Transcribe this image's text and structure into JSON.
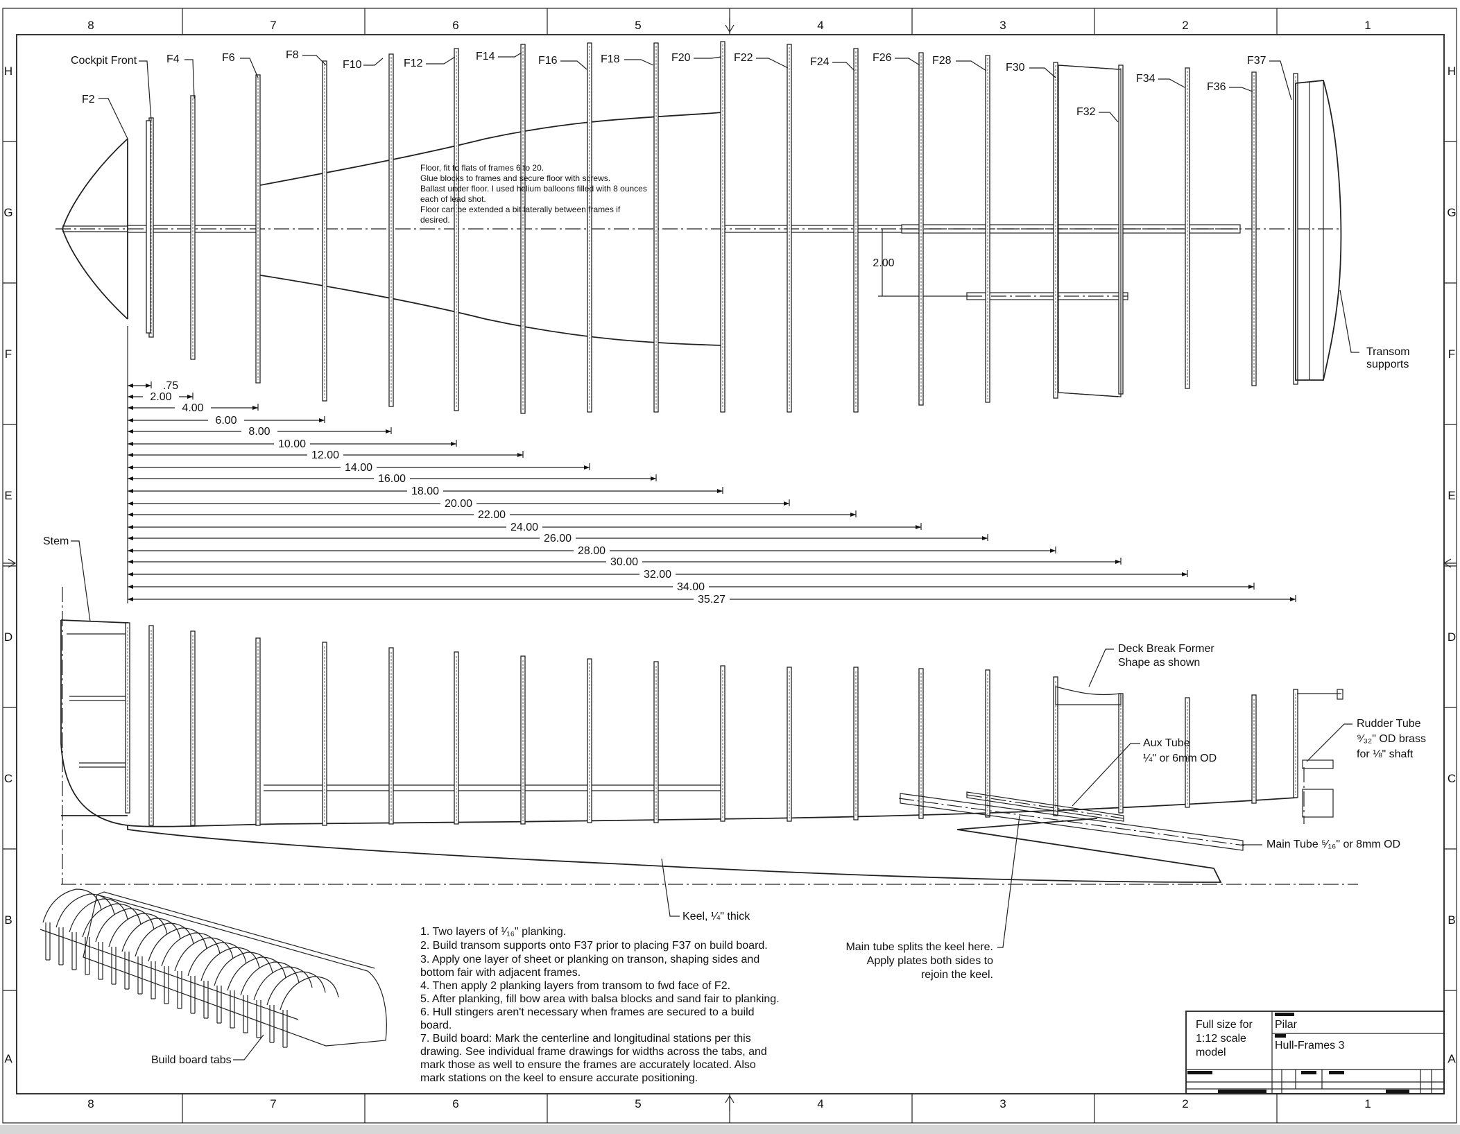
{
  "border": {
    "columns": [
      "8",
      "7",
      "6",
      "5",
      "4",
      "3",
      "2",
      "1"
    ],
    "rows": [
      "H",
      "G",
      "F",
      "E",
      "D",
      "C",
      "B",
      "A"
    ]
  },
  "plan_view": {
    "frame_labels": [
      "Cockpit Front",
      "F2",
      "F4",
      "F6",
      "F8",
      "F10",
      "F12",
      "F14",
      "F16",
      "F18",
      "F20",
      "F22",
      "F24",
      "F26",
      "F28",
      "F30",
      "F32",
      "F34",
      "F36",
      "F37"
    ],
    "floor_note": [
      "Floor, fit to flats of frames 6 to 20.",
      "Glue blocks to frames and secure floor with screws.",
      "Ballast under floor. I used helium balloons filled with 8 ounces",
      "each of lead shot.",
      "Floor can be extended a bit laterally between frames if",
      "desired."
    ],
    "offset_dim": "2.00",
    "transom_label": [
      "Transom",
      "supports"
    ],
    "station_dims": [
      ".75",
      "2.00",
      "4.00",
      "6.00",
      "8.00",
      "10.00",
      "12.00",
      "14.00",
      "16.00",
      "18.00",
      "20.00",
      "22.00",
      "24.00",
      "26.00",
      "28.00",
      "30.00",
      "32.00",
      "34.00",
      "35.27"
    ]
  },
  "profile_view": {
    "stem_label": "Stem",
    "deck_break": [
      "Deck Break Former",
      "Shape as shown"
    ],
    "aux_tube": [
      "Aux Tube",
      "¼\" or 6mm OD"
    ],
    "rudder_tube": [
      "Rudder Tube",
      "⁹⁄₃₂\" OD brass",
      "for ⅛\" shaft"
    ],
    "main_tube": "Main Tube ⁵⁄₁₆\" or 8mm OD",
    "keel_label": "Keel, ¼\" thick",
    "main_tube_note": [
      "Main tube splits the keel here.",
      "Apply plates both sides to",
      "rejoin the keel."
    ]
  },
  "build_board_label": "Build board tabs",
  "notes": [
    "1. Two layers of ¹⁄₁₆\" planking.",
    "2. Build transom supports onto F37 prior to placing F37 on build board.",
    "3. Apply one layer of sheet or planking on transon, shaping sides and",
    "bottom fair with adjacent frames.",
    "4. Then apply 2 planking layers from transom to fwd face of F2.",
    "5. After planking, fill bow area with balsa blocks and sand fair to planking.",
    "6. Hull stingers aren't necessary when frames are secured to a build",
    "board.",
    "7. Build board: Mark the centerline and longitudinal stations per this",
    "drawing. See individual frame drawings for widths across the tabs, and",
    "mark those as well to ensure the frames are accurately located. Also",
    "mark stations on the keel to ensure accurate positioning."
  ],
  "title_block": {
    "scale_note": [
      "Full size for",
      "1:12 scale",
      "model"
    ],
    "project": "Pilar",
    "sheet": "Hull-Frames 3"
  }
}
